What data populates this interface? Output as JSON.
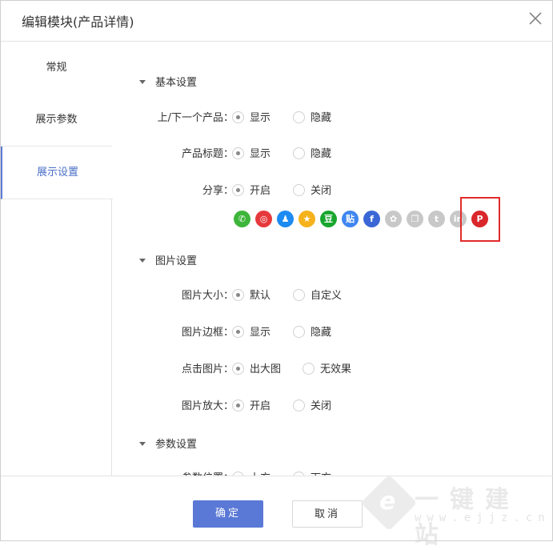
{
  "dialog": {
    "title": "编辑模块(产品详情)"
  },
  "sidebar": {
    "items": [
      {
        "label": "常规"
      },
      {
        "label": "展示参数"
      },
      {
        "label": "展示设置"
      }
    ]
  },
  "sections": [
    {
      "title": "基本设置",
      "rows": [
        {
          "label": "上/下一个产品：",
          "options": [
            "显示",
            "隐藏"
          ],
          "selected": 0
        },
        {
          "label": "产品标题：",
          "options": [
            "显示",
            "隐藏"
          ],
          "selected": 0
        },
        {
          "label": "分享：",
          "options": [
            "开启",
            "关闭"
          ],
          "selected": 0
        }
      ]
    },
    {
      "title": "图片设置",
      "rows": [
        {
          "label": "图片大小：",
          "options": [
            "默认",
            "自定义"
          ],
          "selected": 0
        },
        {
          "label": "图片边框：",
          "options": [
            "显示",
            "隐藏"
          ],
          "selected": 0
        },
        {
          "label": "点击图片：",
          "options": [
            "出大图",
            "无效果"
          ],
          "selected": 0
        },
        {
          "label": "图片放大：",
          "options": [
            "开启",
            "关闭"
          ],
          "selected": 0
        }
      ]
    },
    {
      "title": "参数设置",
      "rows": [
        {
          "label": "参数位置：",
          "options": [
            "上方",
            "下方"
          ],
          "selected": 0
        }
      ]
    }
  ],
  "share_icons": [
    {
      "name": "wechat-icon",
      "glyph": "✆",
      "color": "#3db53a"
    },
    {
      "name": "weibo-icon",
      "glyph": "◎",
      "color": "#e6393b"
    },
    {
      "name": "qq-icon",
      "glyph": "♟",
      "color": "#1c8bf2"
    },
    {
      "name": "qzone-icon",
      "glyph": "★",
      "color": "#f5b21b"
    },
    {
      "name": "douban-icon",
      "glyph": "豆",
      "color": "#19a62f"
    },
    {
      "name": "tieba-icon",
      "glyph": "贴",
      "color": "#3f86f0"
    },
    {
      "name": "facebook-icon",
      "glyph": "f",
      "color": "#3b67d6"
    },
    {
      "name": "kaixin-icon",
      "glyph": "✿",
      "color": "#c8c8c8"
    },
    {
      "name": "copy-icon",
      "glyph": "❐",
      "color": "#c8c8c8"
    },
    {
      "name": "twitter-icon",
      "glyph": "t",
      "color": "#c8c8c8"
    },
    {
      "name": "linkedin-icon",
      "glyph": "in",
      "color": "#c8c8c8"
    },
    {
      "name": "pinterest-icon",
      "glyph": "P",
      "color": "#d9272b"
    }
  ],
  "footer": {
    "ok_label": "确定",
    "cancel_label": "取消"
  },
  "watermark": {
    "text": "一键建站",
    "url": "www.ejjz.cn",
    "letter": "e"
  }
}
